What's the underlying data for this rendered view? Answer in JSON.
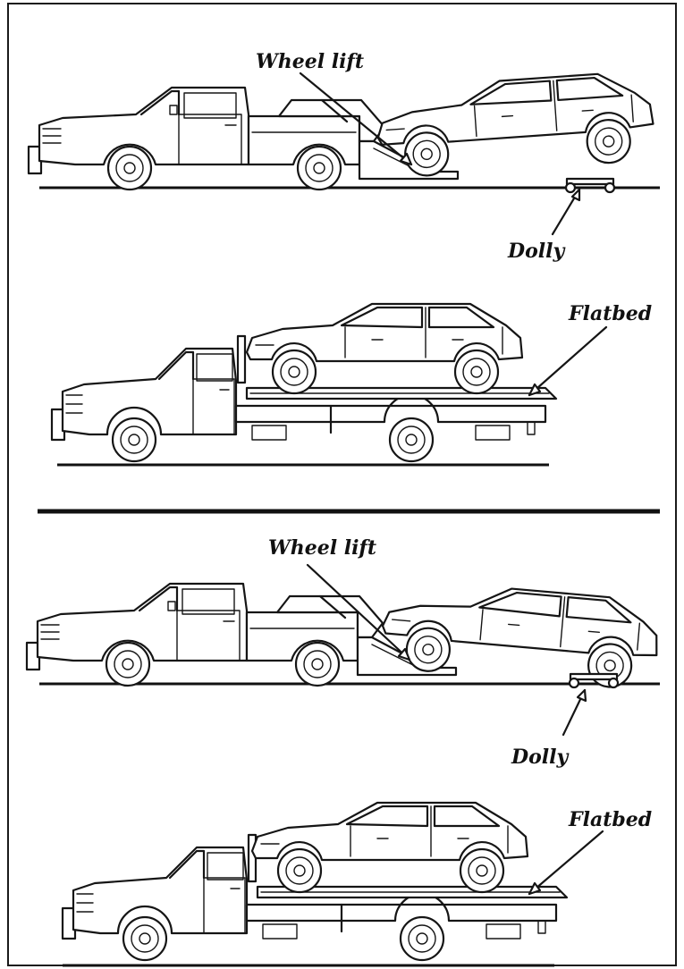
{
  "labels": {
    "wheel_lift_1": "Wheel lift",
    "dolly_1": "Dolly",
    "flatbed_1": "Flatbed",
    "wheel_lift_2": "Wheel lift",
    "dolly_2": "Dolly",
    "flatbed_2": "Flatbed"
  }
}
